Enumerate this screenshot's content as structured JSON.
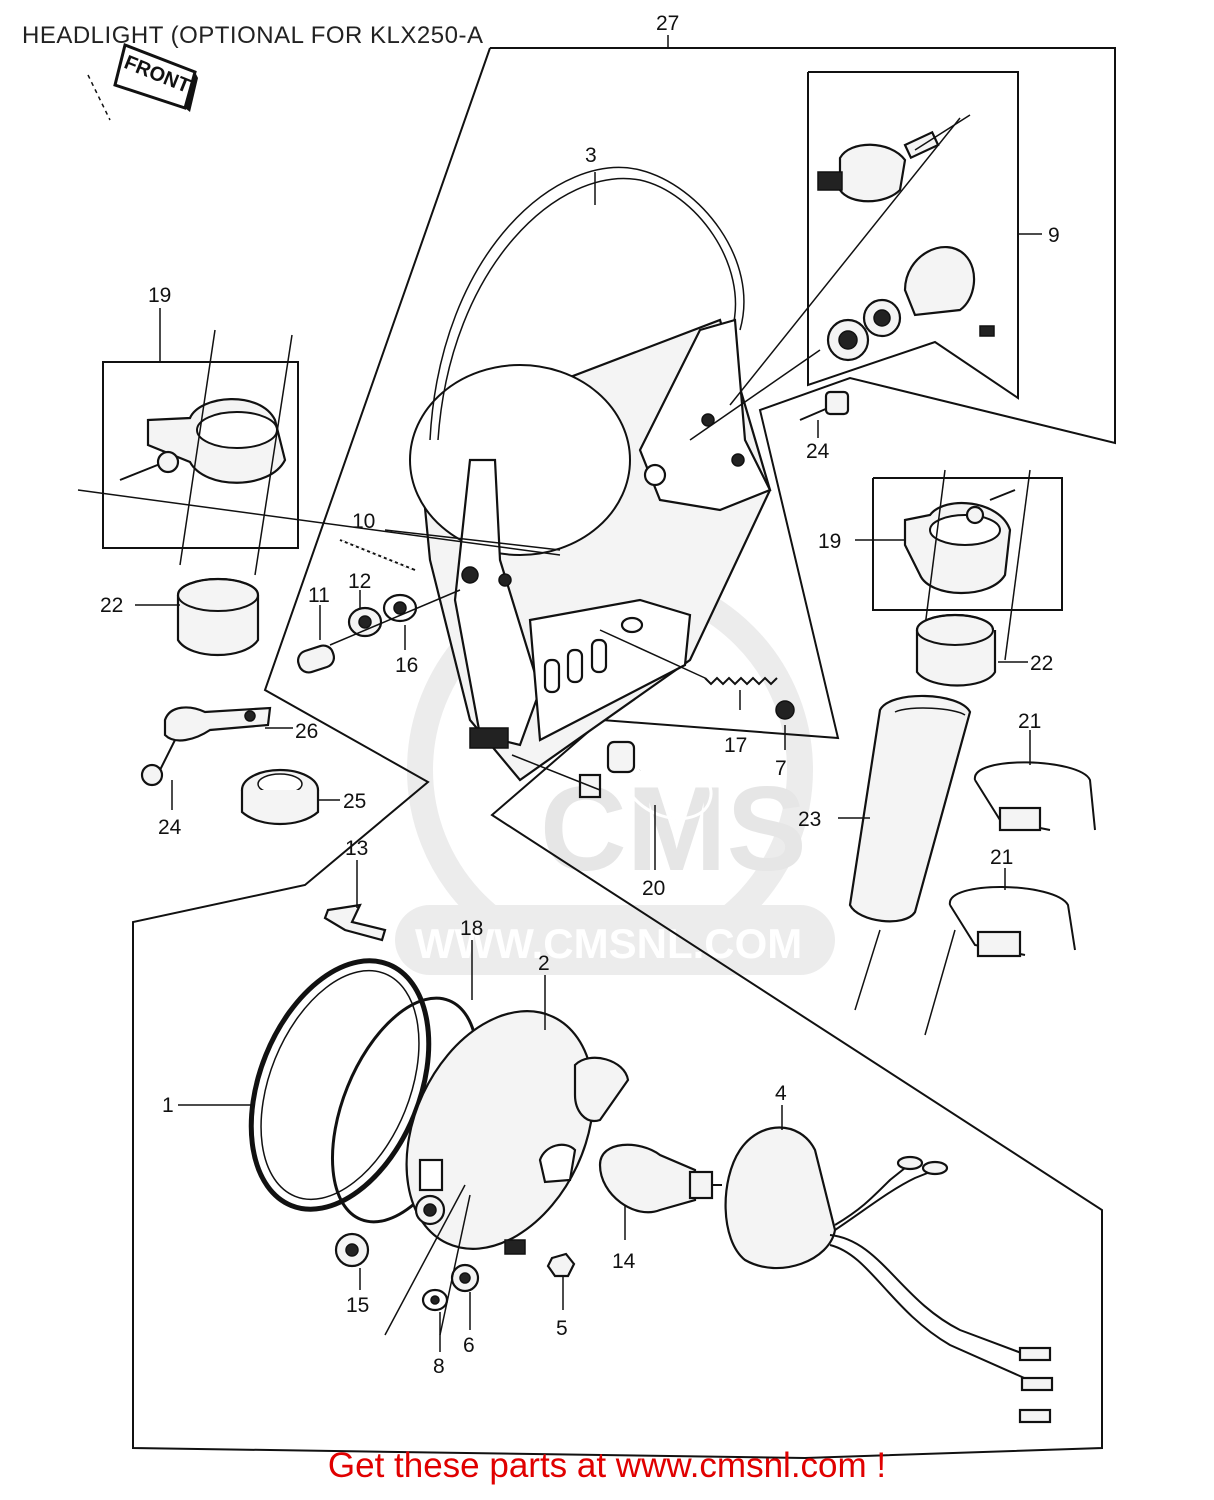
{
  "title": "HEADLIGHT (OPTIONAL FOR KLX250-A",
  "front_tag": "FRONT",
  "watermark": {
    "logo": "CMS",
    "url": "WWW.CMSNL.COM"
  },
  "callouts": [
    {
      "id": "c1",
      "label": "1"
    },
    {
      "id": "c2",
      "label": "2"
    },
    {
      "id": "c3",
      "label": "3"
    },
    {
      "id": "c4",
      "label": "4"
    },
    {
      "id": "c5",
      "label": "5"
    },
    {
      "id": "c6",
      "label": "6"
    },
    {
      "id": "c7",
      "label": "7"
    },
    {
      "id": "c8",
      "label": "8"
    },
    {
      "id": "c9",
      "label": "9"
    },
    {
      "id": "c10",
      "label": "10"
    },
    {
      "id": "c11",
      "label": "11"
    },
    {
      "id": "c12",
      "label": "12"
    },
    {
      "id": "c13",
      "label": "13"
    },
    {
      "id": "c14",
      "label": "14"
    },
    {
      "id": "c15",
      "label": "15"
    },
    {
      "id": "c16",
      "label": "16"
    },
    {
      "id": "c17",
      "label": "17"
    },
    {
      "id": "c18",
      "label": "18"
    },
    {
      "id": "c19a",
      "label": "19"
    },
    {
      "id": "c19b",
      "label": "19"
    },
    {
      "id": "c20",
      "label": "20"
    },
    {
      "id": "c21a",
      "label": "21"
    },
    {
      "id": "c21b",
      "label": "21"
    },
    {
      "id": "c22a",
      "label": "22"
    },
    {
      "id": "c22b",
      "label": "22"
    },
    {
      "id": "c23",
      "label": "23"
    },
    {
      "id": "c24a",
      "label": "24"
    },
    {
      "id": "c24b",
      "label": "24"
    },
    {
      "id": "c25",
      "label": "25"
    },
    {
      "id": "c26",
      "label": "26"
    },
    {
      "id": "c27",
      "label": "27"
    }
  ],
  "footer": "Get these parts at www.cmsnl.com !",
  "colors": {
    "footer_text": "#e00000",
    "line_art": "#111111",
    "watermark": "#e2e2e2"
  }
}
